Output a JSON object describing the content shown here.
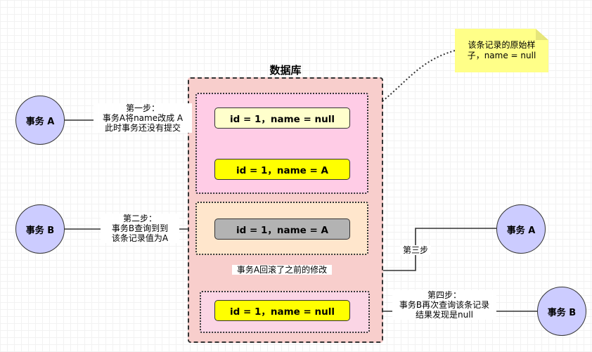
{
  "database": {
    "title": "数据库"
  },
  "records": {
    "original": "id = 1，name = null",
    "after_update": "id = 1，name = A",
    "read_by_b": "id = 1，name = A",
    "after_rollback": "id = 1，name = null"
  },
  "actors": {
    "txn_a_left": "事务 A",
    "txn_b_left": "事务 B",
    "txn_a_right": "事务 A",
    "txn_b_right": "事务 B"
  },
  "steps": {
    "step1": [
      "第一步：",
      "事务A将name改成 A",
      "此时事务还没有提交"
    ],
    "step2": [
      "第二步：",
      "事务B查询到到",
      "该条记录值为A"
    ],
    "step3": "第三步",
    "rollback": "事务A回滚了之前的修改",
    "step4": [
      "第四步：",
      "事务B再次查询该条记录",
      "结果发现是null"
    ]
  },
  "note": {
    "lines": [
      "该条记录的原始样",
      "子，name = null"
    ]
  },
  "colors": {
    "database_fill": "#f8cecc",
    "actor_fill": "#ccccff",
    "record_cream": "#ffffcc",
    "record_yellow": "#ffff00",
    "record_gray": "#b3b3b3",
    "note_fill": "#ffff88",
    "inner_pink": "#ffcce6",
    "inner_peach": "#ffe6cc"
  }
}
